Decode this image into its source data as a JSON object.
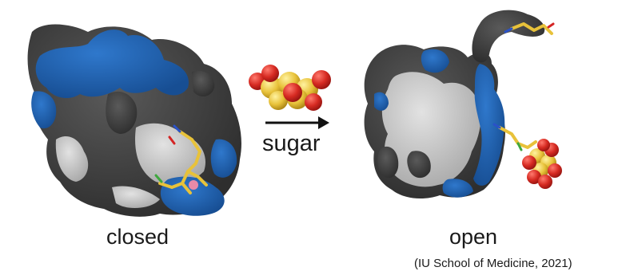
{
  "labels": {
    "closed": "closed",
    "open": "open",
    "sugar": "sugar",
    "citation": "(IU School of Medicine, 2021)"
  },
  "colors": {
    "blue_surface": "#1f5fae",
    "dark_surface": "#3c3c3c",
    "light_surface": "#c9c9c9",
    "carbon_yellow": "#e8c23a",
    "oxygen_red": "#d42424",
    "arrow": "#111111"
  }
}
